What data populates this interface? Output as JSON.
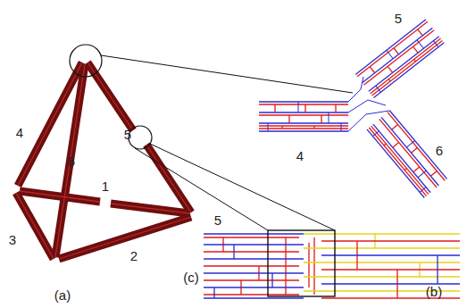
{
  "diagram": {
    "labels": [
      "5",
      "4",
      "5",
      "6",
      "6",
      "4",
      "1",
      "3",
      "5",
      "(c)",
      "2",
      "(b)",
      "(a)"
    ]
  }
}
